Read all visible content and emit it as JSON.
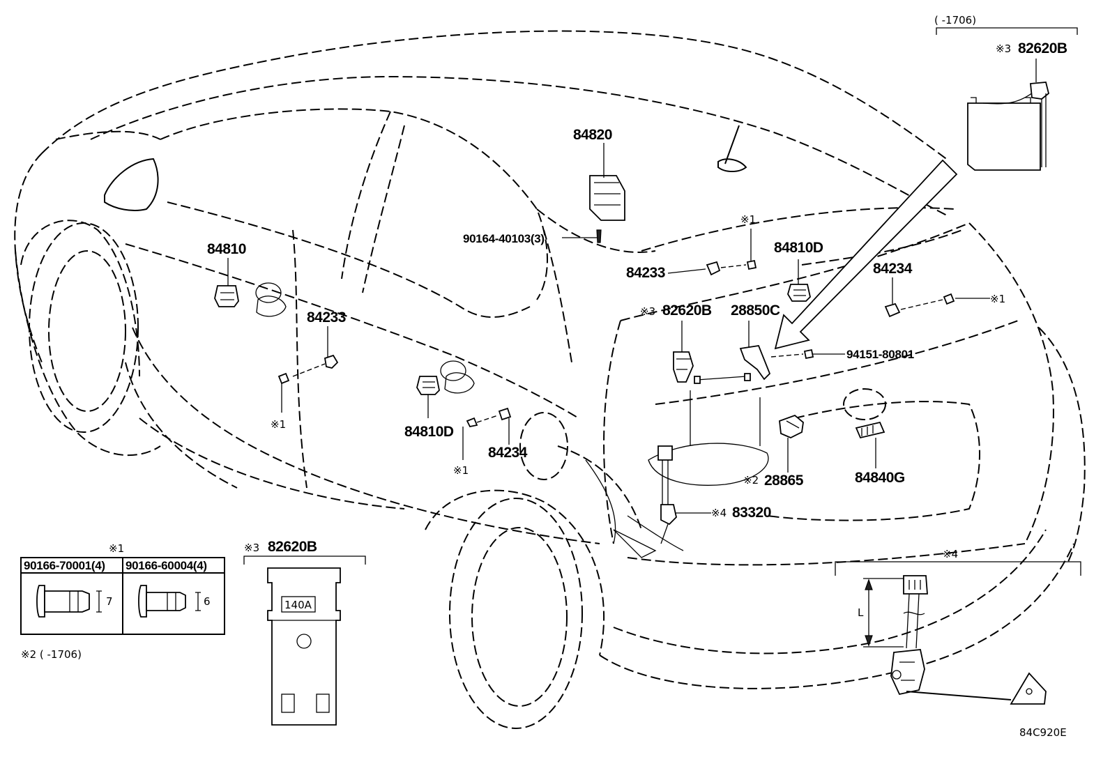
{
  "diagram": {
    "code": "84C920E",
    "range_top": "(      -1706)",
    "footnote2": "※2 (      -1706)",
    "parts": {
      "p84820": "84820",
      "p90164": "90164-40103(3)",
      "p84810": "84810",
      "p84233a": "84233",
      "p84233b": "84233",
      "p84810d_a": "84810D",
      "p84810d_b": "84810D",
      "p84234a": "84234",
      "p84234b": "84234",
      "p82620b_a": "82620B",
      "p82620b_b": "82620B",
      "p82620b_c": "82620B",
      "p28850c": "28850C",
      "p94151": "94151-80801",
      "p28865": "28865",
      "p84840g": "84840G",
      "p83320": "83320"
    },
    "marks": {
      "m1a": "※1",
      "m1b": "※1",
      "m1c": "※1",
      "m1d": "※1",
      "m2": "※2",
      "m3a": "※3",
      "m3b": "※3",
      "m3c": "※3",
      "m4": "※4",
      "m4b": "※4",
      "m1box": "※1"
    },
    "inset1": {
      "col1": "90166-70001(4)",
      "col2": "90166-60004(4)",
      "dim1": "7",
      "dim2": "6"
    },
    "inset3": {
      "rating": "140A"
    },
    "inset4": {
      "dim": "L"
    }
  }
}
